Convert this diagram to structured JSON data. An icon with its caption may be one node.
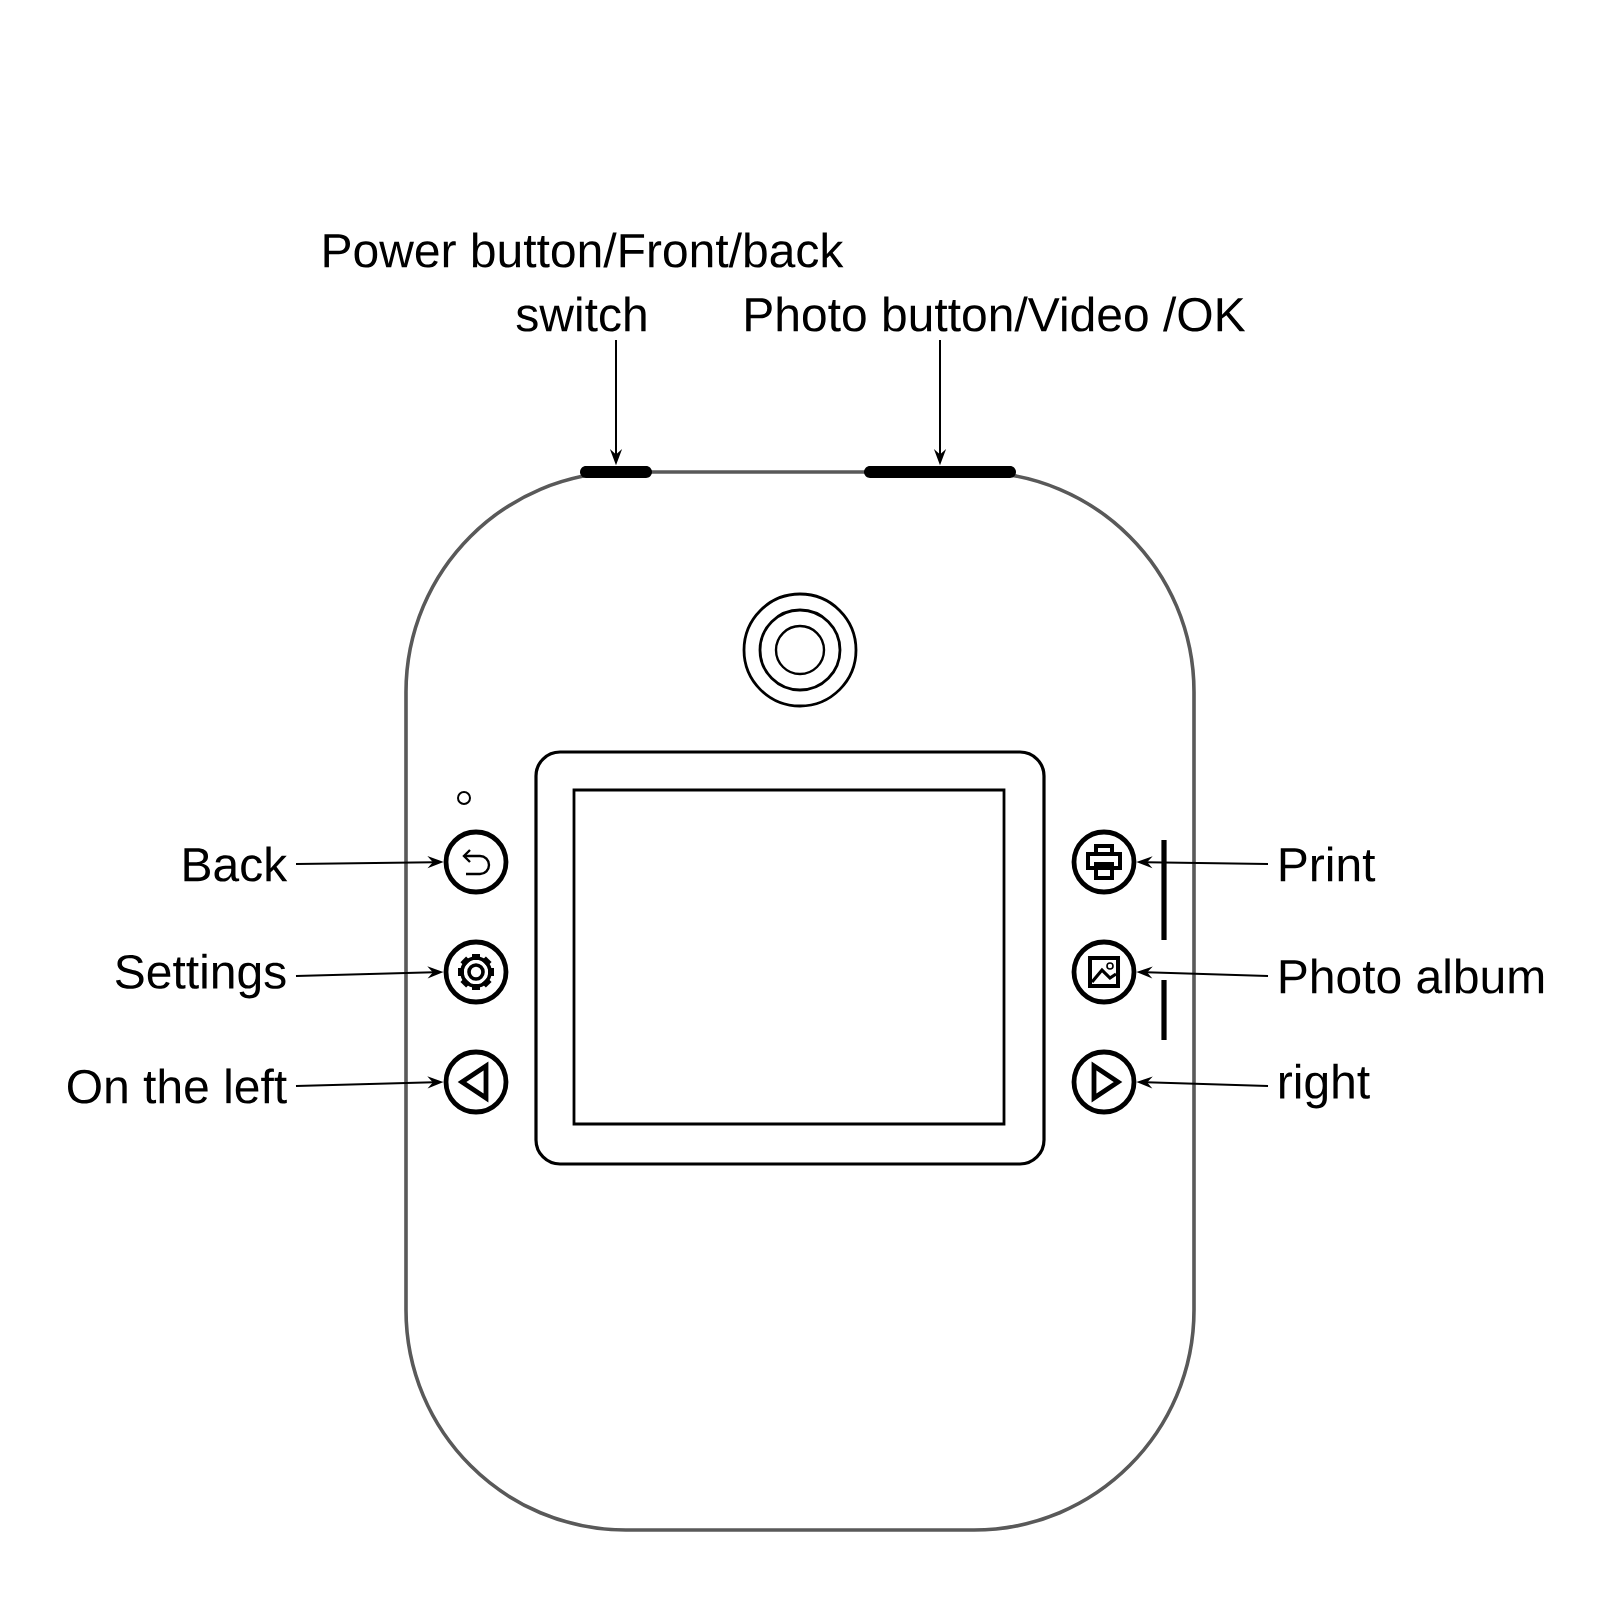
{
  "diagram": {
    "nodes": [
      {
        "text": [
          "Power button/Front/back switch"
        ]
      },
      {
        "text": [
          "Photo button/Video /OK"
        ]
      },
      {
        "text": [],
        "shape": "bar"
      },
      {
        "text": [],
        "shape": "bar"
      },
      {
        "text": [
          "Back"
        ]
      },
      {
        "text": [],
        "shape": "circle"
      },
      {
        "text": [
          "Settings"
        ]
      },
      {
        "text": [],
        "shape": "circle"
      },
      {
        "text": [
          "On the left"
        ]
      },
      {
        "text": [],
        "shape": "circle"
      },
      {
        "text": [
          "Print"
        ]
      },
      {
        "text": [],
        "shape": "circle"
      },
      {
        "text": [
          "Photo album"
        ]
      },
      {
        "text": [],
        "shape": "circle"
      },
      {
        "text": [
          "right"
        ]
      },
      {
        "text": [],
        "shape": "circle"
      }
    ],
    "edges": [
      {
        "from": 0,
        "to": 2,
        "arrow": "to"
      },
      {
        "from": 1,
        "to": 3,
        "arrow": "to"
      },
      {
        "from": 4,
        "to": 5,
        "arrow": "to"
      },
      {
        "from": 6,
        "to": 7,
        "arrow": "to"
      },
      {
        "from": 8,
        "to": 9,
        "arrow": "to"
      },
      {
        "from": 10,
        "to": 11,
        "arrow": "to"
      },
      {
        "from": 12,
        "to": 13,
        "arrow": "to"
      },
      {
        "from": 14,
        "to": 15,
        "arrow": "to"
      }
    ]
  }
}
